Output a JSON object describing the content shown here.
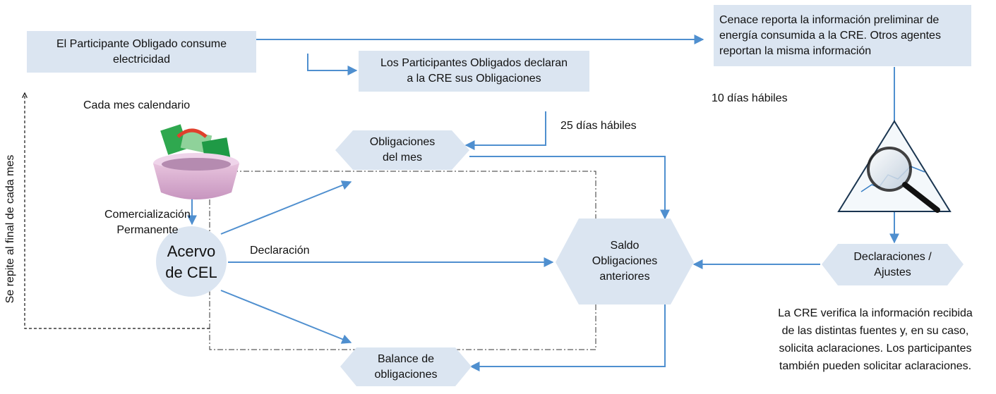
{
  "boxes": {
    "consume": "El Participante Obligado consume\nelectricidad",
    "declaran": "Los Participantes Obligados declaran\na la CRE sus Obligaciones",
    "cenace": "Cenace reporta la información preliminar de\nenergía consumida a la CRE. Otros agentes\nreportan la misma información"
  },
  "labels": {
    "diez_dias": "10 días hábiles",
    "veinticinco_dias": "25 días hábiles",
    "cada_mes": "Cada mes calendario",
    "comercializacion": "Comercialización\nPermanente",
    "declaracion": "Declaración",
    "repite": "Se repite al final de cada mes",
    "cre_verifica": "La CRE verifica la información recibida\nde las distintas fuentes y, en su caso,\nsolicita aclaraciones. Los participantes\ntambién pueden solicitar aclaraciones."
  },
  "hexagons": {
    "obligaciones_mes": "Obligaciones\ndel mes",
    "saldo": "Saldo\nObligaciones\nanteriores",
    "balance": "Balance de\nobligaciones",
    "declaraciones": "Declaraciones /\nAjustes"
  },
  "circle": "Acervo\nde CEL",
  "icons": [
    "money-basket-icon",
    "magnifier-chart-icon"
  ],
  "colors": {
    "box_fill": "#dbe5f1",
    "arrow": "#4f8fcf",
    "text": "#111111"
  }
}
